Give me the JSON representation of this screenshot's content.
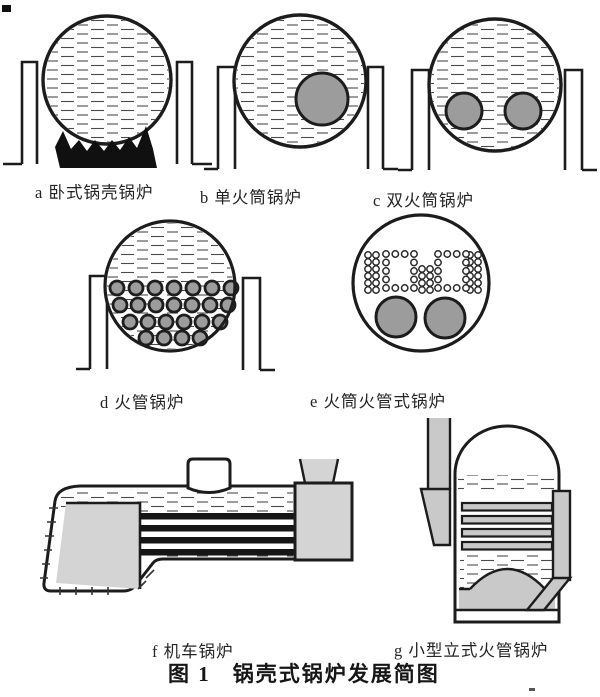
{
  "caption": {
    "number": "图 1",
    "title": "锅壳式锅炉发展简图"
  },
  "panels": {
    "a": {
      "label": "a 卧式锅壳锅炉"
    },
    "b": {
      "label": "b 单火筒锅炉"
    },
    "c": {
      "label": "c 双火筒锅炉"
    },
    "d": {
      "label": "d 火管锅炉"
    },
    "e": {
      "label": "e 火筒火管式锅炉"
    },
    "f": {
      "label": "f 机车锅炉"
    },
    "g": {
      "label": "g 小型立式火管锅炉"
    }
  },
  "colors": {
    "ink": "#1c1c1c",
    "fire_tube_gray": "#9c9c9c",
    "panel_gray": "#d4d4d4",
    "boiler_gray": "#c9c9c9",
    "paper": "#ffffff"
  }
}
